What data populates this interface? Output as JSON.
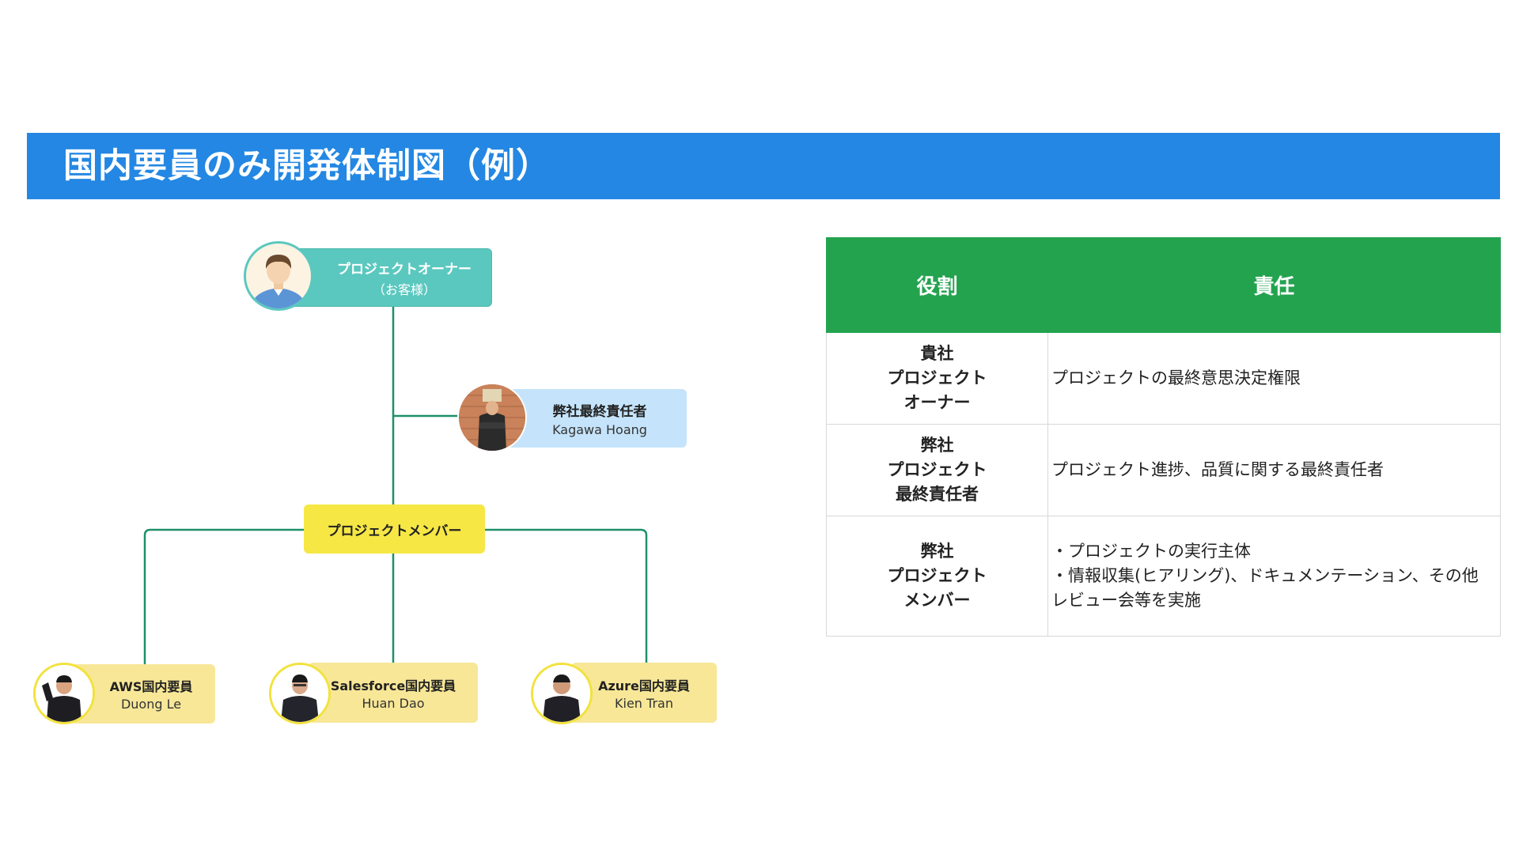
{
  "title": "国内要員のみ開発体制図（例）",
  "org_chart": {
    "owner": {
      "title": "プロジェクトオーナー",
      "subtitle": "（お客様）",
      "color": "#5bc8bf"
    },
    "lead": {
      "title": "弊社最終責任者",
      "name": "Kagawa Hoang",
      "color": "#c5e4fb"
    },
    "members": {
      "title": "プロジェクトメンバー",
      "color": "#f6e745"
    },
    "engineers": [
      {
        "title": "AWS国内要員",
        "name": "Duong Le"
      },
      {
        "title": "Salesforce国内要員",
        "name": "Huan Dao"
      },
      {
        "title": "Azure国内要員",
        "name": "Kien Tran"
      }
    ],
    "engineer_color": "#f7e797",
    "connector_color": "#1f8f6a"
  },
  "table": {
    "headers": [
      "役割",
      "責任"
    ],
    "header_color": "#24a34f",
    "rows": [
      {
        "role": [
          "貴社",
          "プロジェクト",
          "オーナー"
        ],
        "responsibility": [
          "プロジェクトの最終意思決定権限"
        ]
      },
      {
        "role": [
          "弊社",
          "プロジェクト",
          "最終責任者"
        ],
        "responsibility": [
          "プロジェクト進捗、品質に関する最終責任者"
        ]
      },
      {
        "role": [
          "弊社",
          "プロジェクト",
          "メンバー"
        ],
        "responsibility": [
          "・プロジェクトの実行主体",
          "・情報収集(ヒアリング)、ドキュメンテーション、その他",
          "レビュー会等を実施"
        ]
      }
    ]
  }
}
